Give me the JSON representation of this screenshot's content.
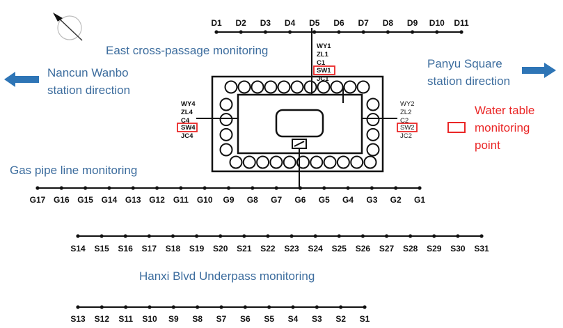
{
  "labels": {
    "east_passage": "East cross-passage monitoring",
    "left_dir_1": "Nancun Wanbo",
    "left_dir_2": "station direction",
    "right_dir_1": "Panyu Square",
    "right_dir_2": "station direction",
    "water_1": "Water table",
    "water_2": "monitoring",
    "water_3": "point",
    "gas_pipe": "Gas pipe line monitoring",
    "underpass": "Hanxi Blvd Underpass monitoring"
  },
  "d_row": [
    "D1",
    "D2",
    "D3",
    "D4",
    "D5",
    "D6",
    "D7",
    "D8",
    "D9",
    "D10",
    "D11"
  ],
  "g_row": [
    "G17",
    "G16",
    "G15",
    "G14",
    "G13",
    "G12",
    "G11",
    "G10",
    "G9",
    "G8",
    "G7",
    "G6",
    "G5",
    "G4",
    "G3",
    "G2",
    "G1"
  ],
  "s_upper": [
    "S14",
    "S15",
    "S16",
    "S17",
    "S18",
    "S19",
    "S20",
    "S21",
    "S22",
    "S23",
    "S24",
    "S25",
    "S26",
    "S27",
    "S28",
    "S29",
    "S30",
    "S31"
  ],
  "s_lower": [
    "S13",
    "S12",
    "S11",
    "S10",
    "S9",
    "S8",
    "S7",
    "S6",
    "S5",
    "S4",
    "S3",
    "S2",
    "S1"
  ],
  "station": {
    "top": [
      "WY1",
      "ZL1",
      "C1",
      "SW1",
      "JC1"
    ],
    "left": [
      "WY4",
      "ZL4",
      "C4",
      "SW4",
      "JC4"
    ],
    "right": [
      "WY2",
      "ZL2",
      "C2",
      "SW2",
      "JC2"
    ]
  },
  "colors": {
    "blue_text": "#3d6d9e",
    "arrow_blue": "#2e75b6",
    "red": "#ea2626",
    "line": "#111111"
  },
  "icons": {
    "compass": "north-arrow-icon",
    "left_arrow": "arrow-left-icon",
    "right_arrow": "arrow-right-icon"
  }
}
